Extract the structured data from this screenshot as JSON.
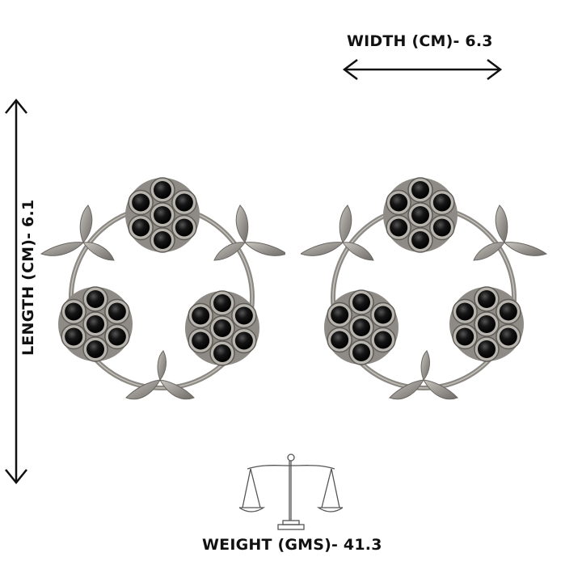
{
  "labels": {
    "width": "WIDTH (CM)- 6.3",
    "length": "LENGTH (CM)- 6.1",
    "weight": "WEIGHT (GMS)- 41.3"
  },
  "icons": {
    "scale": "balance-scale-icon"
  },
  "colors": {
    "metal": "#9a9792",
    "metal_dark": "#5f5c58",
    "stone": "#111111",
    "text": "#111111",
    "background": "#ffffff"
  }
}
